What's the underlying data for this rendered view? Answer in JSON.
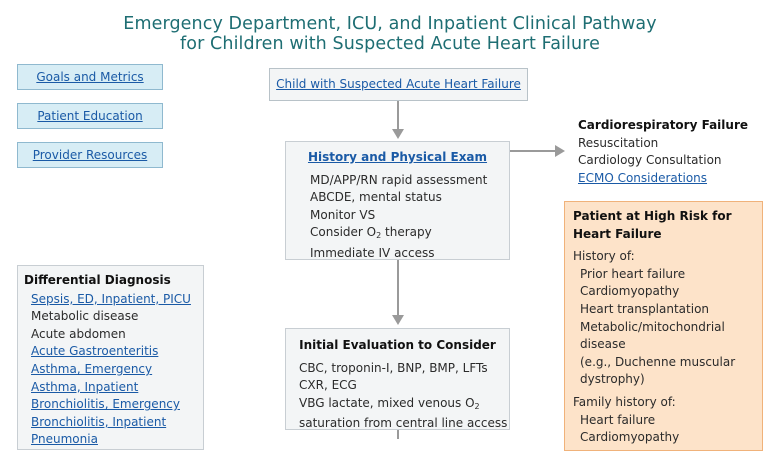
{
  "title": {
    "line1": "Emergency Department, ICU, and Inpatient Clinical Pathway",
    "line2": "for Children with Suspected Acute Heart Failure"
  },
  "nav": {
    "goals": "Goals and Metrics",
    "education": "Patient Education",
    "resources": "Provider Resources"
  },
  "start": {
    "label": "Child with Suspected Acute Heart Failure"
  },
  "history_exam": {
    "title": "History and Physical Exam",
    "items": [
      "MD/APP/RN rapid assessment",
      "ABCDE, mental status",
      "Monitor VS"
    ],
    "o2_prefix": "Consider O",
    "o2_sub": "2",
    "o2_suffix": " therapy",
    "iv": "Immediate IV access"
  },
  "cardiorespiratory": {
    "title": "Cardiorespiratory Failure",
    "items": [
      "Resuscitation",
      "Cardiology Consultation"
    ],
    "link": "ECMO Considerations"
  },
  "initial_eval": {
    "title": "Initial Evaluation to Consider",
    "items": [
      "CBC, troponin-I, BNP, BMP, LFTs",
      "CXR, ECG"
    ],
    "vbg_prefix": "VBG lactate, mixed venous O",
    "vbg_sub": "2",
    "vbg_line2": "saturation from central line access"
  },
  "differential": {
    "title": "Differential Diagnosis",
    "items": [
      {
        "text": "Sepsis, ED, Inpatient, PICU",
        "link": true
      },
      {
        "text": "Metabolic disease",
        "link": false
      },
      {
        "text": "Acute abdomen",
        "link": false
      },
      {
        "text": "Acute Gastroenteritis",
        "link": true
      },
      {
        "text": "Asthma, Emergency",
        "link": true
      },
      {
        "text": "Asthma, Inpatient",
        "link": true
      },
      {
        "text": "Bronchiolitis, Emergency",
        "link": true
      },
      {
        "text": "Bronchiolitis, Inpatient",
        "link": true
      },
      {
        "text": "Pneumonia",
        "link": true
      }
    ]
  },
  "high_risk": {
    "title": "Patient at High Risk for Heart Failure",
    "history_label": "History of:",
    "history_items": [
      "Prior heart failure",
      "Cardiomyopathy",
      "Heart transplantation",
      "Metabolic/mitochondrial disease",
      "(e.g., Duchenne muscular dystrophy)"
    ],
    "family_label": "Family history of:",
    "family_items": [
      "Heart failure",
      "Cardiomyopathy"
    ]
  },
  "colors": {
    "title": "#1e6e73",
    "link": "#1a5aa6",
    "nav_fill": "#d7edf5",
    "box_fill": "#f3f5f6",
    "risk_fill": "#fde3c9",
    "arrow": "#9a9a9a"
  }
}
